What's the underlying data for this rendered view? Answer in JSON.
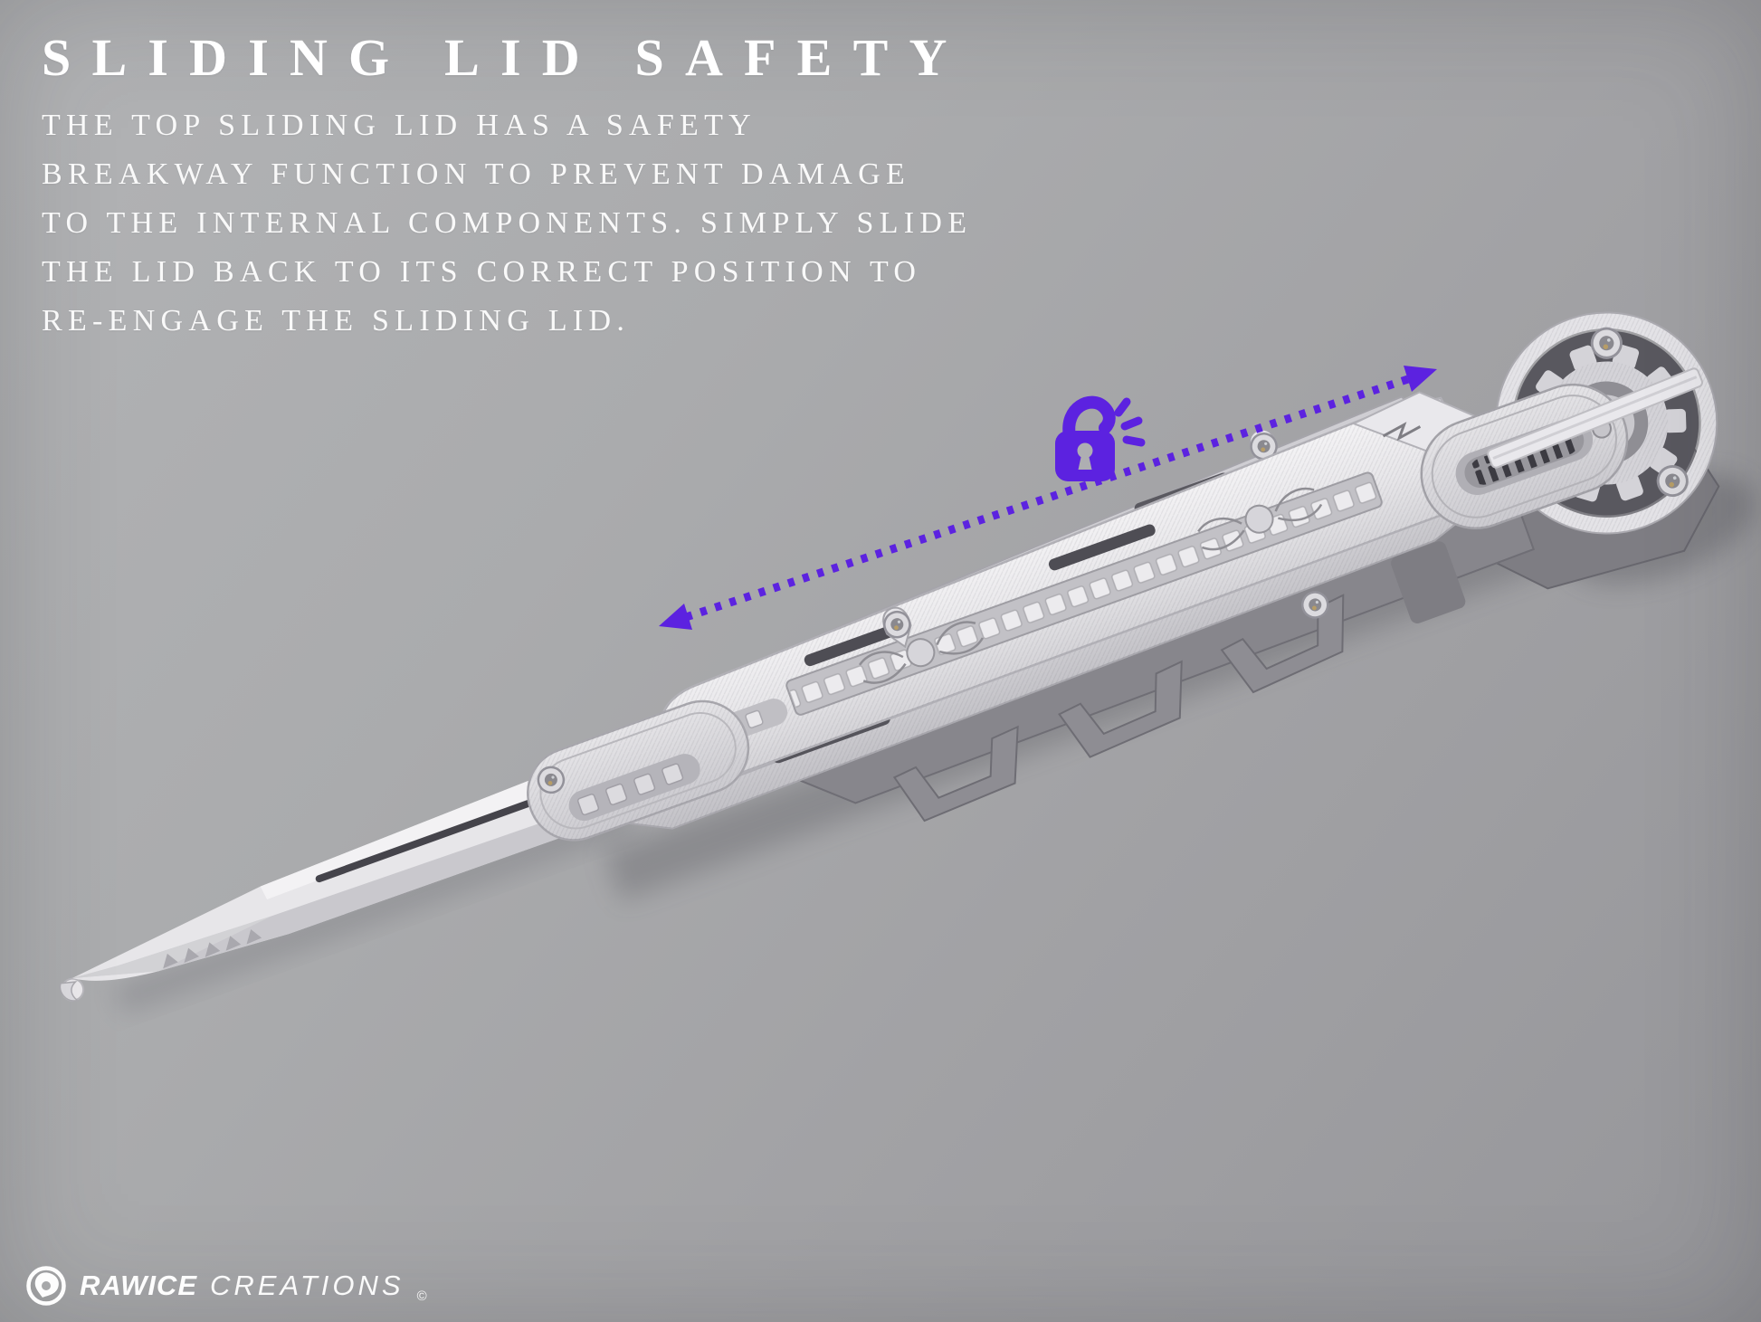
{
  "hero": {
    "title": "SLIDING LID SAFETY",
    "body_lines": [
      "THE TOP SLIDING LID HAS A SAFETY",
      "BREAKWAY FUNCTION TO PREVENT DAMAGE",
      "TO THE INTERNAL COMPONENTS. SIMPLY SLIDE",
      "THE LID BACK TO ITS CORRECT POSITION TO",
      "RE-ENGAGE THE SLIDING LID."
    ]
  },
  "annotation": {
    "lock_icon": "unlocked-padlock-icon",
    "arrow_icon": "double-headed-dotted-arrow",
    "accent_color": "#5c22e0"
  },
  "photo": {
    "subject": "3d-printed-hidden-blade-with-sliding-lid",
    "background_color": "#a7a8aa",
    "device_white": "#e9e8eb",
    "device_gunmetal": "#87868b"
  },
  "footer": {
    "logo_icon": "reel-emblem-icon",
    "brand": "RAWICE",
    "brand_suffix": "CREATIONS",
    "copyright": "©"
  }
}
